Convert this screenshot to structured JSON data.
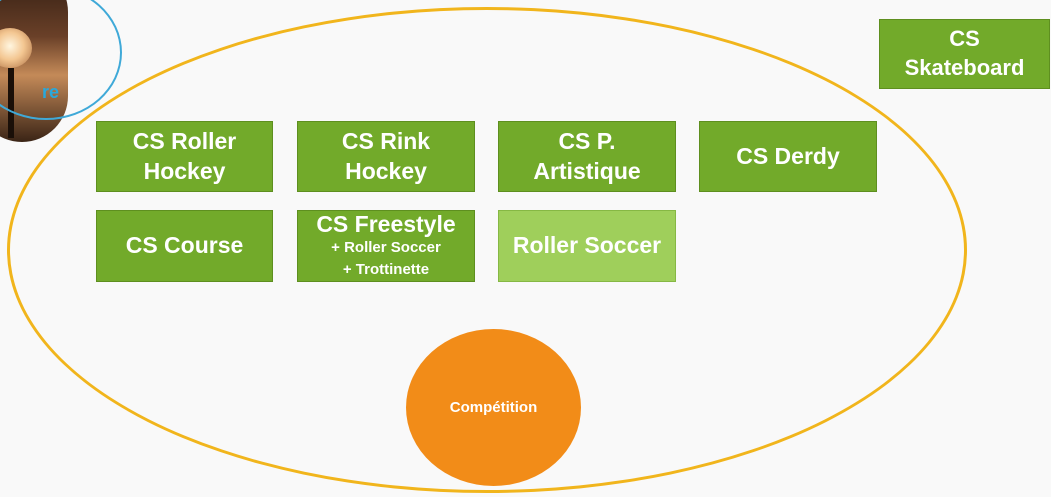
{
  "corner": {
    "text": "re"
  },
  "boxes": {
    "skateboard": "CS\nSkateboard",
    "roller_hockey": "CS Roller\nHockey",
    "rink_hockey": "CS Rink\nHockey",
    "artistique": "CS P.\nArtistique",
    "derdy": "CS Derdy",
    "course": "CS Course",
    "freestyle": {
      "title": "CS Freestyle",
      "line1": "+ Roller Soccer",
      "line2": "+ Trottinette"
    },
    "roller_soccer": "Roller Soccer"
  },
  "circle": {
    "label": "Compétition"
  },
  "colors": {
    "box_green": "#72aa2a",
    "box_light_green": "#9fcf5b",
    "ellipse_orange": "#f1b51c",
    "circle_orange": "#f28c18",
    "corner_blue": "#3fa9d8"
  }
}
